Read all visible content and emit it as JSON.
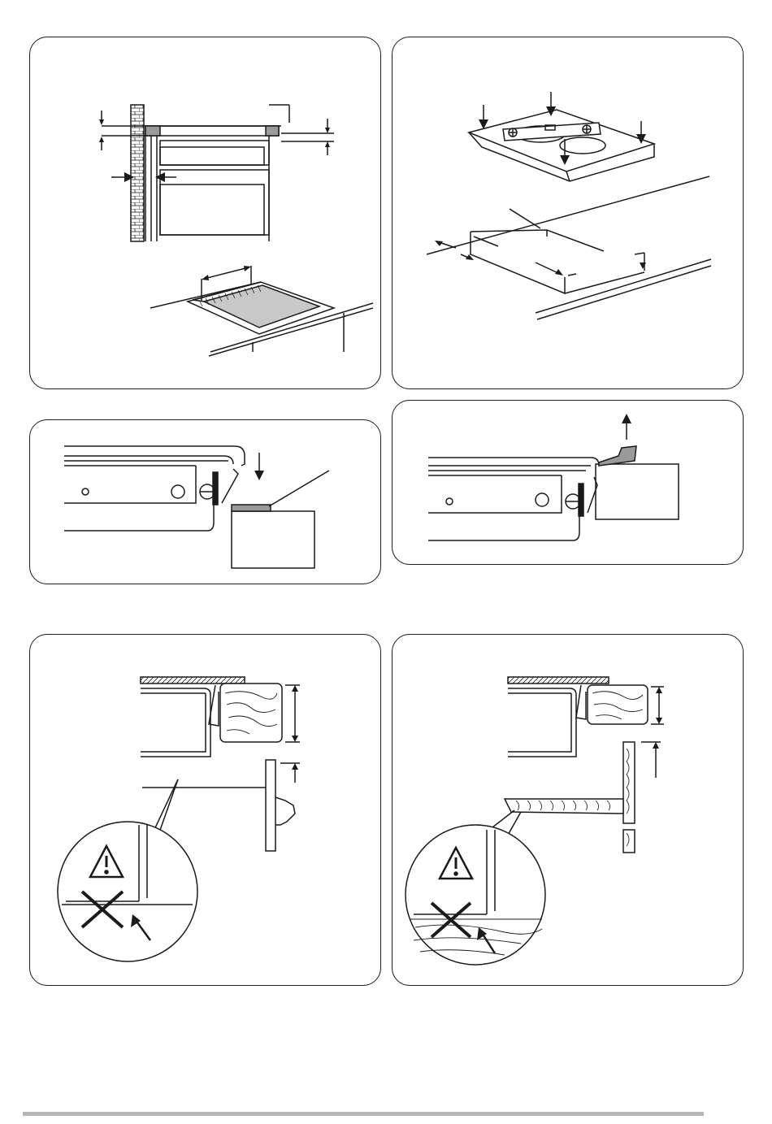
{
  "page": {
    "description_hidden": "",
    "panels": [
      {
        "id": "fig-cabinet-clearances"
      },
      {
        "id": "fig-hob-placement"
      },
      {
        "id": "fig-seal-strip-apply"
      },
      {
        "id": "fig-seal-strip-remove"
      },
      {
        "id": "fig-door-mounting-warning"
      },
      {
        "id": "fig-shelf-mounting-warning"
      }
    ],
    "colors": {
      "line": "#1a1a1a",
      "seal": "#9a9a9a",
      "cutout": "#c8c8c8",
      "footer": "#b7b7b7"
    },
    "icons": [
      "warning-triangle-icon",
      "cross-icon",
      "arrow-icon"
    ]
  }
}
